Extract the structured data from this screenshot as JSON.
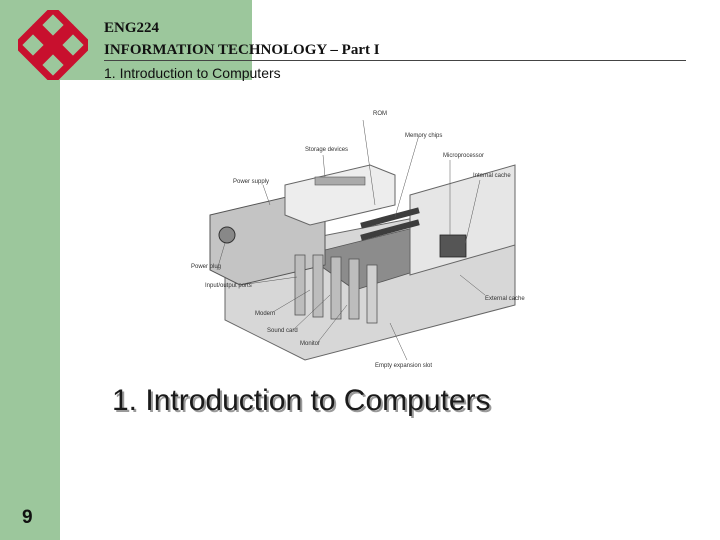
{
  "header": {
    "course_code": "ENG224",
    "course_title": "INFORMATION TECHNOLOGY – Part I",
    "section_subtitle": "1. Introduction to Computers"
  },
  "figure": {
    "labels": {
      "power_supply": "Power supply",
      "power_plug": "Power plug",
      "ports": "Input/output ports",
      "modem": "Modem",
      "sound_card": "Sound card",
      "monitor": "Monitor",
      "storage": "Storage devices",
      "memory": "Memory chips",
      "microprocessor": "Microprocessor",
      "internal_cache": "Internal cache",
      "external_cache": "External cache",
      "expansion_slot": "Empty expansion slot",
      "rom": "ROM"
    }
  },
  "main_title": "1. Introduction to Computers",
  "page_number": "9",
  "colors": {
    "sidebar": "#9cc79c",
    "logo": "#c8102e"
  }
}
